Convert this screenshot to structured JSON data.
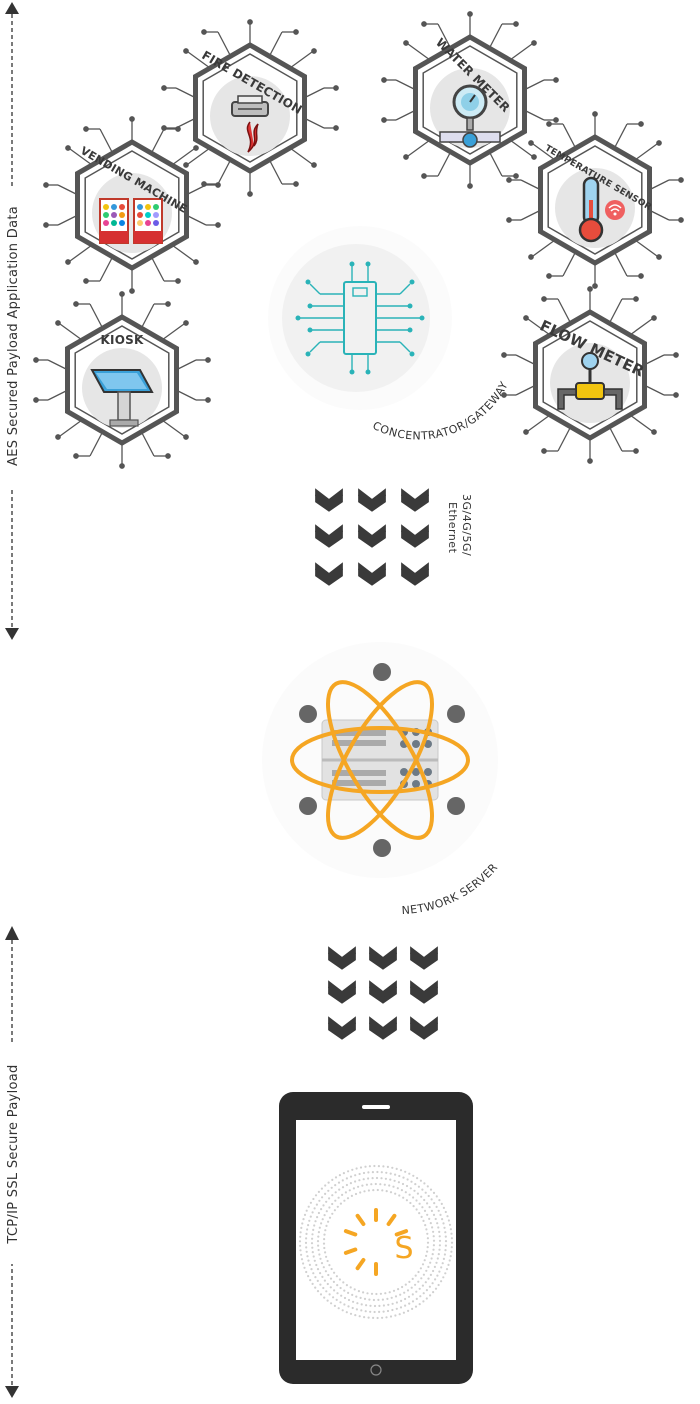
{
  "left_labels": {
    "top": "AES Secured Payload Application Data",
    "bottom": "TCP/IP SSL Secure Payload"
  },
  "devices": [
    {
      "label": "FIRE DETECTION",
      "icon": "smoke-detector-icon"
    },
    {
      "label": "WATER METER",
      "icon": "water-meter-icon"
    },
    {
      "label": "VENDING MACHINE",
      "icon": "vending-machine-icon"
    },
    {
      "label": "TEMPERATURE SENSOR",
      "icon": "thermometer-icon"
    },
    {
      "label": "KIOSK",
      "icon": "kiosk-icon"
    },
    {
      "label": "FLOW METER",
      "icon": "flow-meter-icon"
    }
  ],
  "gateway": {
    "label": "CONCENTRATOR/GATEWAY",
    "icon": "circuit-chip-icon"
  },
  "connection": {
    "line1": "3G/4G/5G/",
    "line2": "Ethernet"
  },
  "server": {
    "label": "NETWORK SERVER",
    "icon": "server-rack-icon"
  },
  "app": {
    "logo_letter": "S",
    "device": "tablet-icon"
  },
  "colors": {
    "accent": "#f5a623",
    "teal": "#2ab3b8",
    "dark": "#3a3a3a",
    "hex_border": "#555555"
  }
}
